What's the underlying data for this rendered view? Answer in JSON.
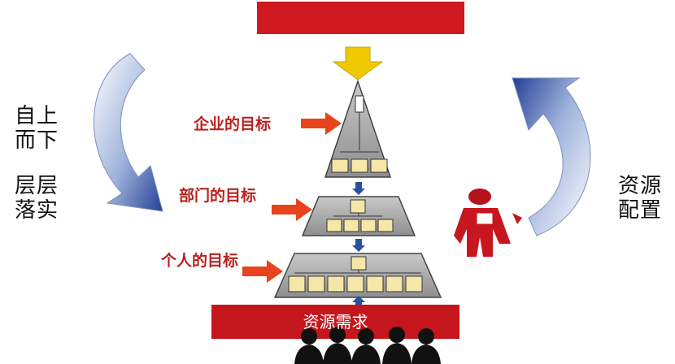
{
  "top_banner": {
    "text": "",
    "color": "#d11a1f"
  },
  "left_text": {
    "line1": "自上",
    "line2": "而下",
    "line3": "层层",
    "line4": "落实"
  },
  "right_text": {
    "line1": "资源",
    "line2": "配置"
  },
  "levels": {
    "company": "企业的目标",
    "department": "部门的目标",
    "individual": "个人的目标"
  },
  "bottom_bar": {
    "text": "资源需求",
    "color": "#c4161c"
  },
  "colors": {
    "accent_red": "#d11a1f",
    "label_red": "#b8231f",
    "arrow_orange": "#e8431c",
    "arrow_blue": "#2a4fa0",
    "top_arrow": "#f0c800",
    "pyramid_gray": "#a8a8a8",
    "box_fill": "#f4e7a8"
  },
  "icons": [
    "curved-down-arrow-icon",
    "curved-up-arrow-icon",
    "presenter-figure-icon",
    "audience-silhouette-icon",
    "down-arrow-icon"
  ]
}
